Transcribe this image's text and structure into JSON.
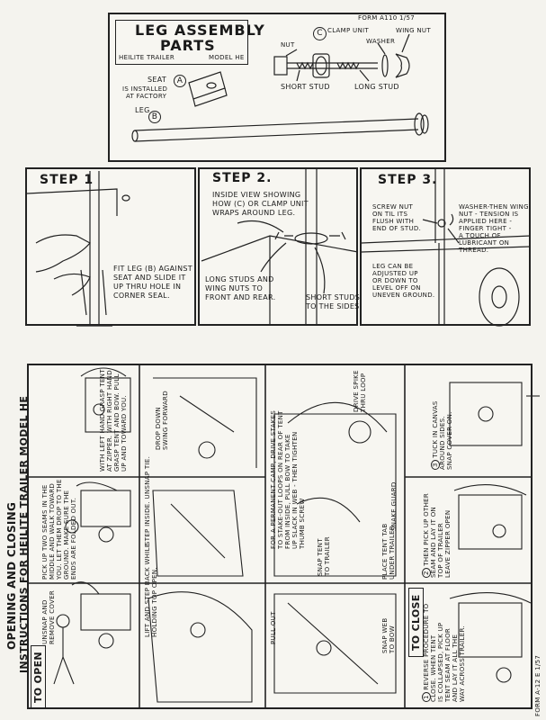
{
  "header": {
    "form_number": "FORM A110",
    "form_date": "1/57",
    "title_line1": "LEG ASSEMBLY",
    "title_line2": "PARTS",
    "trailer": "HEILITE TRAILER",
    "model": "MODEL HE",
    "seat_label": "SEAT",
    "seat_letter": "A",
    "seat_note_1": "IS INSTALLED",
    "seat_note_2": "AT FACTORY",
    "leg_label": "LEG",
    "leg_letter": "B",
    "clamp_letter": "C",
    "clamp_label": "CLAMP UNIT",
    "wing_nut_label": "WING NUT",
    "washer_label": "WASHER",
    "nut_label": "NUT",
    "short_stud_label": "SHORT STUD",
    "long_stud_label": "LONG STUD"
  },
  "steps": {
    "step1": {
      "title": "STEP 1",
      "text": [
        "FIT LEG (B) AGAINST",
        "SEAT AND SLIDE IT",
        "UP THRU HOLE IN",
        "CORNER SEAL."
      ]
    },
    "step2": {
      "title": "STEP 2.",
      "text": [
        "INSIDE VIEW SHOWING",
        "HOW (C) OR CLAMP UNIT",
        "WRAPS AROUND LEG."
      ],
      "note_left": [
        "LONG STUDS AND",
        "WING NUTS TO",
        "FRONT AND REAR."
      ],
      "note_right": [
        "SHORT STUDS",
        "TO THE SIDES"
      ]
    },
    "step3": {
      "title": "STEP 3.",
      "note_screw": [
        "SCREW NUT",
        "ON TIL ITS",
        "FLUSH WITH",
        "END OF STUD."
      ],
      "note_washer": [
        "WASHER-THEN WING",
        "NUT - TENSION IS",
        "APPLIED HERE -",
        "FINGER TIGHT -",
        "A TOUCH OF",
        "LUBRICANT ON",
        "THREAD."
      ],
      "note_leg": [
        "LEG CAN BE",
        "ADJUSTED UP",
        "OR DOWN TO",
        "LEVEL OFF ON",
        "UNEVEN GROUND."
      ]
    }
  },
  "open_section": {
    "title_line1": "OPENING AND CLOSING",
    "title_line2": "INSTRUCTIONS FOR HEILITE TRAILER MODEL HE",
    "to_open_label": "TO OPEN",
    "panels": [
      {
        "id": "p1",
        "text": [
          "UNSNAP AND",
          "REMOVE COVER"
        ]
      },
      {
        "id": "p2",
        "text": [
          "LIFT AND STEP BACK WHILE",
          "HOLDING TOP OPEN."
        ]
      },
      {
        "id": "p3",
        "text": [
          "PICK UP TWO SEAMS IN THE",
          "MIDDLE AND WALK TOWARD",
          "YOU. LET THEM DROP TO THE",
          "GROUND. MAKE SURE THE",
          "ENDS ARE FOLDED OUT."
        ]
      },
      {
        "id": "p4",
        "text": [
          "STEP INSIDE. UNSNAP TIE."
        ]
      },
      {
        "id": "p5",
        "text": [
          "WITH LEFT HAND GRASP TENT",
          "AT ZIPPER. WITH RIGHT HAND",
          "GRASP TENT AND BOW. PULL",
          "UP AND TOWARD YOU."
        ]
      },
      {
        "id": "p6",
        "text": [
          "DROP DOWN",
          "SWING FORWARD"
        ]
      },
      {
        "id": "p7",
        "text": [
          "PULL OUT"
        ],
        "note": [
          "SNAP WEB",
          "TO BOW"
        ]
      },
      {
        "id": "p8",
        "text": [
          "FOR A PERMANENT CAMP, DRIVE STAKES",
          "TO STAKE-OUT LOOPS ON REAR OF TENT",
          "FROM INSIDE, PULL BOW TO TAKE",
          "UP SLACK IN WEB - THEN TIGHTEN",
          "THUMB SCREW"
        ],
        "note_snap": [
          "SNAP TENT",
          "TO TRAILER"
        ],
        "note_guard": [
          "SNAKE GUARD"
        ],
        "note_place": [
          "PLACE TENT TAB",
          "UNDER TRAILER"
        ],
        "note_drive": [
          "DRIVE SPIKE",
          "THRU LOOP"
        ]
      }
    ]
  },
  "close_section": {
    "to_close_label": "TO CLOSE",
    "panels": [
      {
        "id": "c1",
        "text": [
          "REVERSE PROCEDURE TO",
          "CLOSE. WHEN TENT",
          "IS COLLAPSED, PICK UP",
          "TENT SEAM AT FLOOR",
          "AND LAY IT ALL THE",
          "WAY ACROSS TRAILER."
        ],
        "num": "1"
      },
      {
        "id": "c2",
        "text": [
          "THEN PICK UP OTHER",
          "SEAM AND LAY IT ON",
          "TOP OF TRAILER",
          "LEAVE ZIPPER OPEN"
        ],
        "num": "2"
      },
      {
        "id": "c3",
        "text": [
          "TUCK IN CANVAS",
          "AROUND SIDES.",
          "SNAP COVER ON."
        ],
        "num": "3"
      }
    ],
    "footer_form": "FORM A-12 E 1/57"
  }
}
